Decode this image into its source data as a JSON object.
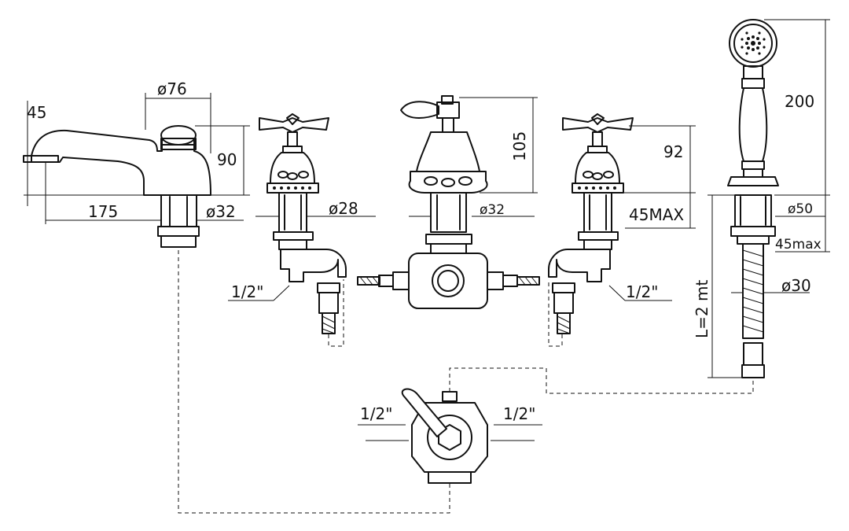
{
  "dimensions": {
    "spout_height": "45",
    "spout_length": "175",
    "spout_diameter": "ø76",
    "spout_tap_height": "90",
    "spout_base_diameter": "ø32",
    "left_valve_diameter": "ø28",
    "left_inlet": "1/2\"",
    "center_height": "105",
    "center_base_diameter": "ø32",
    "right_valve_height": "92",
    "right_valve_max": "45MAX",
    "right_inlet": "1/2\"",
    "handshower_length": "200",
    "handshower_base_diameter": "ø50",
    "handshower_max": "45max",
    "hose_diameter": "ø30",
    "hose_length": "L=2 mt",
    "diverter_inlet_left": "1/2\"",
    "diverter_inlet_right": "1/2\""
  },
  "colors": {
    "line": "#111111",
    "background": "#ffffff"
  }
}
